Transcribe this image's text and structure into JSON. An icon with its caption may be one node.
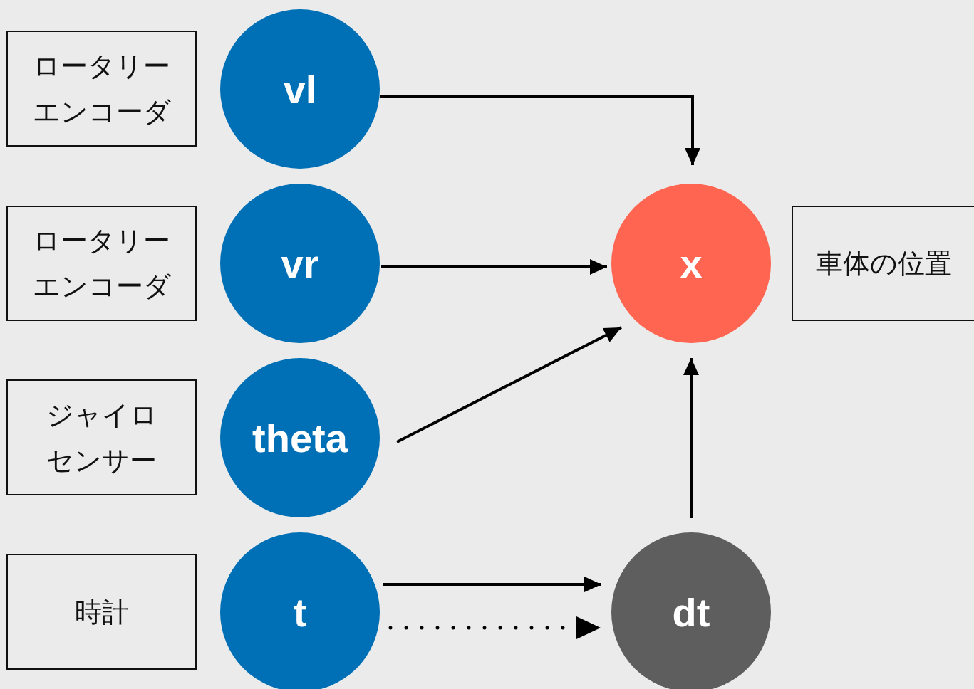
{
  "diagram": {
    "nodes": [
      {
        "text": [
          "ロータリーエンコーダ"
        ]
      },
      {
        "text": [
          "vl"
        ]
      },
      {
        "text": [
          "ロータリーエンコーダ"
        ]
      },
      {
        "text": [
          "vr"
        ]
      },
      {
        "text": [
          "ジャイロセンサー"
        ]
      },
      {
        "text": [
          "theta"
        ]
      },
      {
        "text": [
          "時計"
        ]
      },
      {
        "text": [
          "t"
        ]
      },
      {
        "text": [
          "x"
        ]
      },
      {
        "text": [
          "車体の位置"
        ]
      },
      {
        "text": [
          "dt"
        ]
      }
    ],
    "edges": [
      {
        "from": 1,
        "to": 8,
        "arrow": "to"
      },
      {
        "from": 3,
        "to": 8,
        "arrow": "to"
      },
      {
        "from": 5,
        "to": 8,
        "arrow": "to"
      },
      {
        "from": 10,
        "to": 8,
        "arrow": "to"
      },
      {
        "from": 7,
        "to": 10,
        "arrow": "to"
      },
      {
        "from": 7,
        "to": 10,
        "arrow": "to",
        "style": "dashed"
      }
    ]
  }
}
